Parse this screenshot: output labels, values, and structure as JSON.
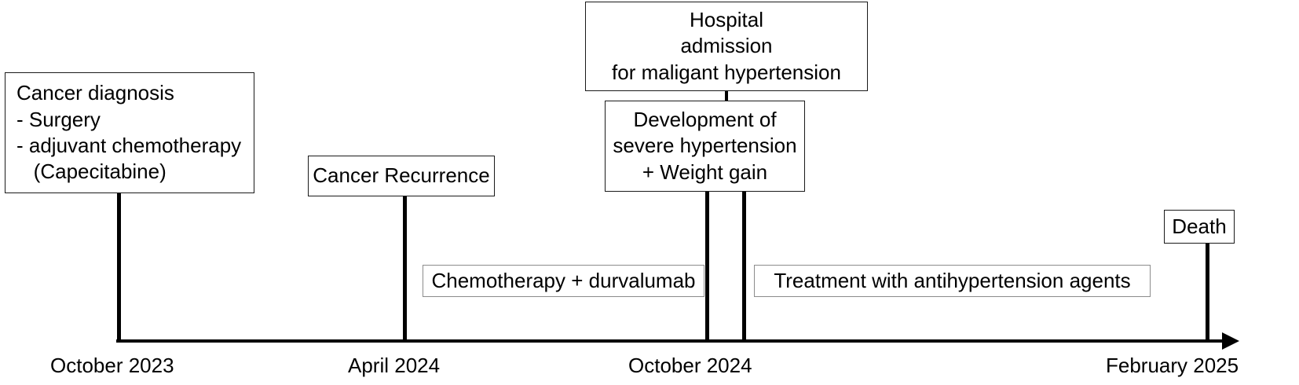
{
  "timeline": {
    "axis": {
      "tick_labels": [
        "October 2023",
        "April 2024",
        "October 2024",
        "February 2025"
      ],
      "arrow_direction": "right"
    },
    "events": [
      {
        "id": "cancer-diagnosis",
        "lines": [
          "Cancer diagnosis",
          "- Surgery",
          "- adjuvant chemotherapy",
          "   (Capecitabine)"
        ],
        "anchor": "October 2023"
      },
      {
        "id": "cancer-recurrence",
        "lines": [
          "Cancer Recurrence"
        ],
        "anchor": "April 2024"
      },
      {
        "id": "hospital-admission",
        "lines": [
          "Hospital",
          "admission",
          "for maligant hypertension"
        ],
        "anchor": "October 2024"
      },
      {
        "id": "severe-hypertension",
        "lines": [
          "Development of",
          "severe hypertension",
          "+ Weight gain"
        ],
        "anchor": "October 2024"
      },
      {
        "id": "death",
        "lines": [
          "Death"
        ],
        "anchor": "February 2025"
      }
    ],
    "treatment_bars": [
      {
        "id": "chemotherapy-durvalumab",
        "label": "Chemotherapy + durvalumab"
      },
      {
        "id": "antihypertension-agents",
        "label": "Treatment with antihypertension agents"
      }
    ]
  },
  "colors": {
    "background": "#ffffff",
    "text": "#000000",
    "event_box_border": "#1a1a1a",
    "treatment_bar_border": "#8c8c8c",
    "axis": "#000000"
  }
}
